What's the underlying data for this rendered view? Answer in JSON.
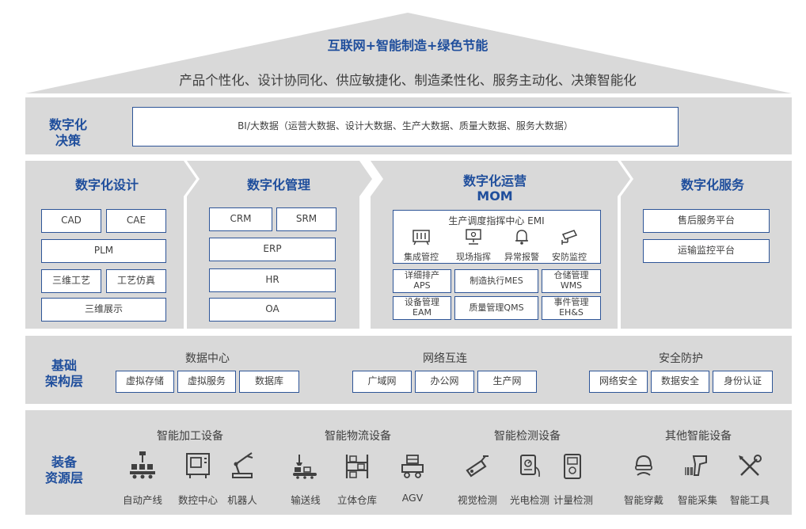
{
  "roof": {
    "title": "互联网+智能制造+绿色节能",
    "subtitle": "产品个性化、设计协同化、供应敏捷化、制造柔性化、服务主动化、决策智能化"
  },
  "decision": {
    "label_l1": "数字化",
    "label_l2": "决策",
    "bi": "BI/大数据（运营大数据、设计大数据、生产大数据、质量大数据、服务大数据）"
  },
  "design": {
    "title": "数字化设计",
    "items": [
      "CAD",
      "CAE",
      "PLM",
      "三维工艺",
      "工艺仿真",
      "三维展示"
    ]
  },
  "management": {
    "title": "数字化管理",
    "items": [
      "CRM",
      "SRM",
      "ERP",
      "HR",
      "OA"
    ]
  },
  "operation": {
    "title_l1": "数字化运营",
    "title_l2": "MOM",
    "emi_title": "生产调度指挥中心 EMI",
    "emi_items": [
      "集成管控",
      "现场指挥",
      "异常报警",
      "安防监控"
    ],
    "aps_l1": "详细排产",
    "aps_l2": "APS",
    "mes": "制造执行MES",
    "wms_l1": "仓储管理",
    "wms_l2": "WMS",
    "eam_l1": "设备管理",
    "eam_l2": "EAM",
    "qms": "质量管理QMS",
    "ehs_l1": "事件管理",
    "ehs_l2": "EH&S"
  },
  "service": {
    "title": "数字化服务",
    "items": [
      "售后服务平台",
      "运输监控平台"
    ]
  },
  "infra": {
    "label_l1": "基础",
    "label_l2": "架构层",
    "groups": [
      {
        "title": "数据中心",
        "items": [
          "虚拟存储",
          "虚拟服务",
          "数据库"
        ]
      },
      {
        "title": "网络互连",
        "items": [
          "广域网",
          "办公网",
          "生产网"
        ]
      },
      {
        "title": "安全防护",
        "items": [
          "网络安全",
          "数据安全",
          "身份认证"
        ]
      }
    ]
  },
  "equipment": {
    "label_l1": "装备",
    "label_l2": "资源层",
    "groups": [
      {
        "title": "智能加工设备",
        "items": [
          "自动产线",
          "数控中心",
          "机器人"
        ]
      },
      {
        "title": "智能物流设备",
        "items": [
          "输送线",
          "立体仓库",
          "AGV"
        ]
      },
      {
        "title": "智能检测设备",
        "items": [
          "视觉检测",
          "光电检测",
          "计量检测"
        ]
      },
      {
        "title": "其他智能设备",
        "items": [
          "智能穿戴",
          "智能采集",
          "智能工具"
        ]
      }
    ]
  },
  "colors": {
    "accent": "#1f4e9c",
    "border": "#2e5597",
    "panel": "#d9d9d9",
    "text": "#404040"
  }
}
